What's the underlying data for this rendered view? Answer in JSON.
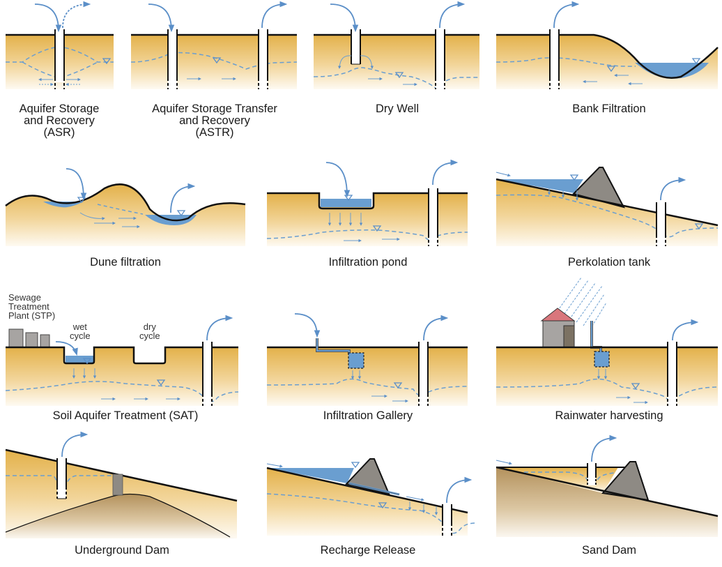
{
  "colors": {
    "soil_top": "#e3b14a",
    "soil_bottom": "#fdf6e6",
    "bedrock_top": "#b99a6a",
    "water": "#6a9ed0",
    "flow_arrow": "#5b8fc8",
    "dam": "#8e8a84",
    "building": "#a7a4a2",
    "roof": "#d9767c",
    "ground_line": "#111111"
  },
  "panels": [
    {
      "id": "asr",
      "caption": "Aquifer Storage\nand Recovery\n(ASR)"
    },
    {
      "id": "astr",
      "caption": "Aquifer Storage Transfer\nand Recovery\n(ASTR)"
    },
    {
      "id": "dry-well",
      "caption": "Dry Well"
    },
    {
      "id": "bank-filtration",
      "caption": "Bank Filtration"
    },
    {
      "id": "dune-filtration",
      "caption": "Dune filtration"
    },
    {
      "id": "infiltration-pond",
      "caption": "Infiltration pond"
    },
    {
      "id": "perkolation-tank",
      "caption": "Perkolation tank"
    },
    {
      "id": "sat",
      "caption": "Soil Aquifer Treatment (SAT)"
    },
    {
      "id": "infiltration-gallery",
      "caption": "Infiltration Gallery"
    },
    {
      "id": "rainwater-harvesting",
      "caption": "Rainwater harvesting"
    },
    {
      "id": "underground-dam",
      "caption": "Underground Dam"
    },
    {
      "id": "recharge-release",
      "caption": "Recharge Release"
    },
    {
      "id": "sand-dam",
      "caption": "Sand Dam"
    }
  ],
  "sat_labels": {
    "stp": "Sewage\nTreatment\nPlant (STP)",
    "wet": "wet\ncycle",
    "dry": "dry\ncycle"
  }
}
